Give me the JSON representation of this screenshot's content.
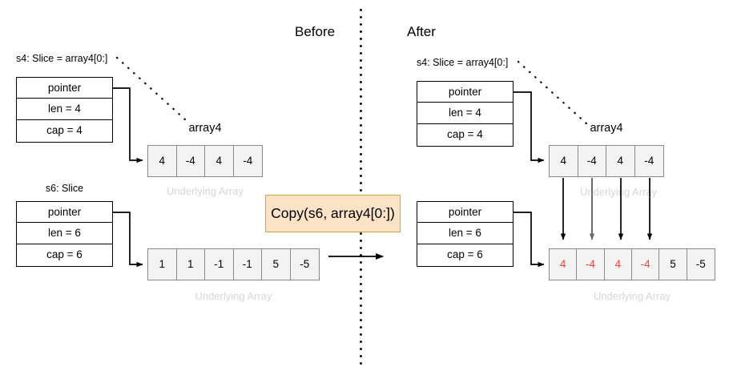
{
  "diagram": {
    "title_before": "Before",
    "title_after": "After",
    "underlying_array_caption": "Underlying Array",
    "array_name": "array4",
    "callout_label": "Copy(s6, array4[0:])",
    "colors": {
      "red_value": "#e8453c",
      "callout_fill": "#fce3c6",
      "callout_border": "#d6a63c",
      "cell_fill": "#f3f3f3",
      "cell_border": "#8a8a8a",
      "caption_gray": "#d6d6d6"
    }
  },
  "before": {
    "s4": {
      "title": "s4: Slice =  array4[0:]",
      "rows": [
        "pointer",
        "len = 4",
        "cap = 4"
      ]
    },
    "s6": {
      "title": "s6: Slice",
      "rows": [
        "pointer",
        "len = 6",
        "cap = 6"
      ]
    },
    "array4": {
      "name": "array4",
      "caption": "Underlying Array",
      "values": [
        "4",
        "-4",
        "4",
        "-4"
      ],
      "red_flags": [
        false,
        false,
        false,
        false
      ]
    },
    "array6": {
      "caption": "Underlying Array",
      "values": [
        "1",
        "1",
        "-1",
        "-1",
        "5",
        "-5"
      ],
      "red_flags": [
        false,
        false,
        false,
        false,
        false,
        false
      ]
    }
  },
  "after": {
    "s4": {
      "title": "s4: Slice =  array4[0:]",
      "rows": [
        "pointer",
        "len = 4",
        "cap = 4"
      ]
    },
    "s6": {
      "title": "",
      "rows": [
        "pointer",
        "len = 6",
        "cap = 6"
      ]
    },
    "array4": {
      "name": "array4",
      "caption": "Underlying Array",
      "values": [
        "4",
        "-4",
        "4",
        "-4"
      ],
      "red_flags": [
        false,
        false,
        false,
        false
      ]
    },
    "array6": {
      "caption": "Underlying Array",
      "values": [
        "4",
        "-4",
        "4",
        "-4",
        "5",
        "-5"
      ],
      "red_flags": [
        true,
        true,
        true,
        true,
        false,
        false
      ]
    }
  }
}
